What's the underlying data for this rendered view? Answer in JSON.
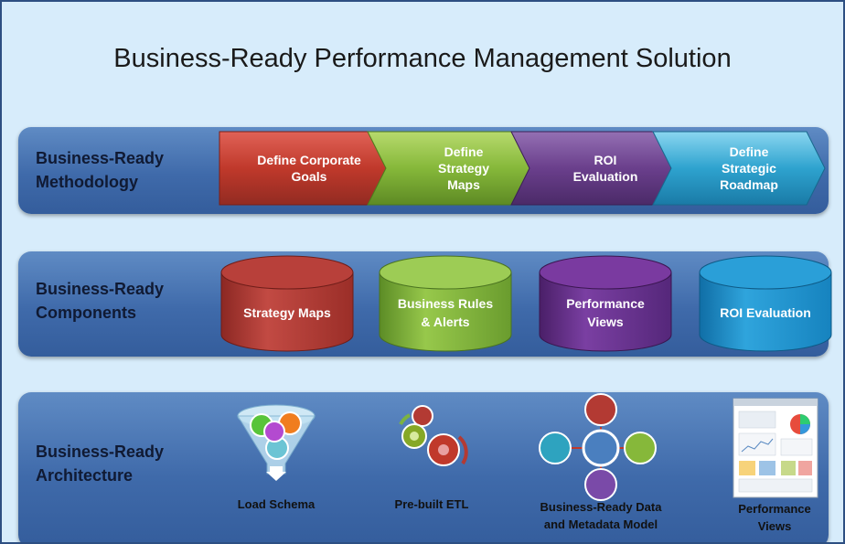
{
  "title": "Business-Ready Performance Management Solution",
  "rows": [
    {
      "label_line1": "Business-Ready",
      "label_line2": "Methodology"
    },
    {
      "label_line1": "Business-Ready",
      "label_line2": "Components"
    },
    {
      "label_line1": "Business-Ready",
      "label_line2": "Architecture"
    }
  ],
  "methodology": [
    {
      "lines": [
        "Define Corporate",
        "Goals"
      ],
      "color": "#c0392b"
    },
    {
      "lines": [
        "Define",
        "Strategy",
        "Maps"
      ],
      "color": "#86b83a"
    },
    {
      "lines": [
        "ROI",
        "Evaluation"
      ],
      "color": "#6a3f8c"
    },
    {
      "lines": [
        "Define",
        "Strategic",
        "Roadmap"
      ],
      "color": "#2ea3cf"
    }
  ],
  "components": [
    {
      "lines": [
        "Strategy Maps"
      ],
      "color": "#b13a34"
    },
    {
      "lines": [
        "Business Rules",
        "& Alerts"
      ],
      "color": "#84b53a"
    },
    {
      "lines": [
        "Performance",
        "Views"
      ],
      "color": "#6a2f8c"
    },
    {
      "lines": [
        "ROI Evaluation"
      ],
      "color": "#1f8fc8"
    }
  ],
  "architecture": [
    {
      "lines": [
        "Load Schema"
      ],
      "icon": "funnel-icon"
    },
    {
      "lines": [
        "Pre-built ETL"
      ],
      "icon": "gears-icon"
    },
    {
      "lines": [
        "Business-Ready Data",
        "and Metadata Model"
      ],
      "icon": "hub-icon"
    },
    {
      "lines": [
        "Performance",
        "Views"
      ],
      "icon": "report-thumbnail-icon"
    }
  ]
}
